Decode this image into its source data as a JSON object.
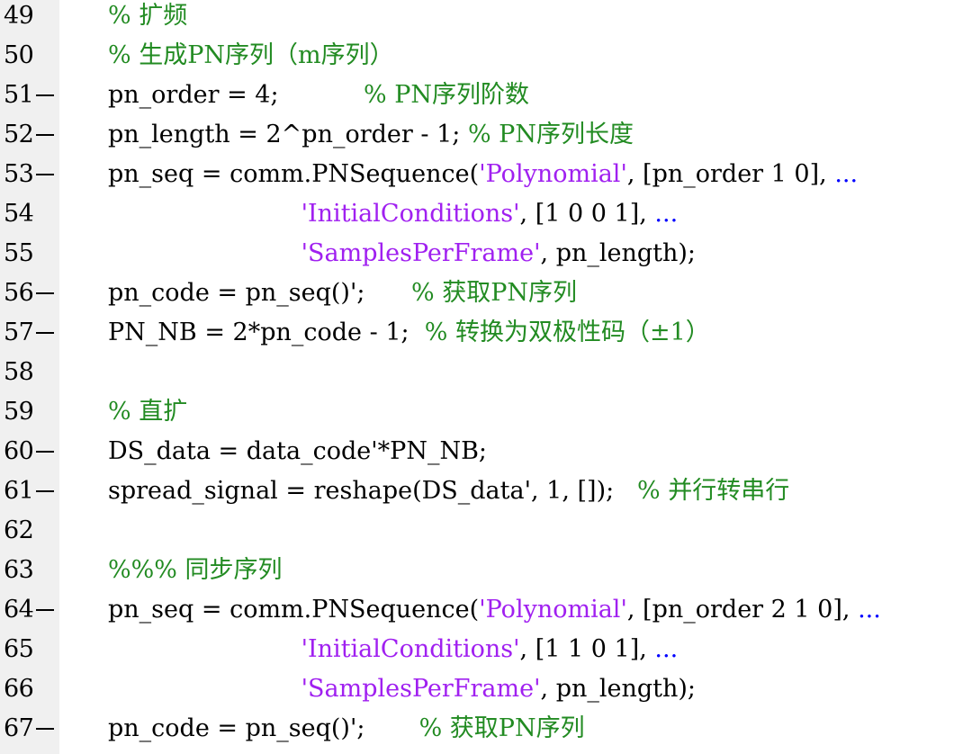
{
  "colors": {
    "text": "#000000",
    "comment": "#228b22",
    "string": "#a020f0",
    "continuation": "#0000ff",
    "gutter": "#f0f0f0"
  },
  "lines": [
    {
      "number": "49",
      "breakpoint_marker": false,
      "segments": [
        {
          "type": "comment",
          "text": "% 扩频"
        }
      ]
    },
    {
      "number": "50",
      "breakpoint_marker": false,
      "segments": [
        {
          "type": "comment",
          "text": "% 生成PN序列（m序列）"
        }
      ]
    },
    {
      "number": "51",
      "breakpoint_marker": true,
      "segments": [
        {
          "type": "text",
          "text": "pn_order = 4;           "
        },
        {
          "type": "comment",
          "text": "% PN序列阶数"
        }
      ]
    },
    {
      "number": "52",
      "breakpoint_marker": true,
      "segments": [
        {
          "type": "text",
          "text": "pn_length = 2^pn_order - 1; "
        },
        {
          "type": "comment",
          "text": "% PN序列长度"
        }
      ]
    },
    {
      "number": "53",
      "breakpoint_marker": true,
      "segments": [
        {
          "type": "text",
          "text": "pn_seq = comm.PNSequence("
        },
        {
          "type": "string",
          "text": "'Polynomial'"
        },
        {
          "type": "text",
          "text": ", [pn_order 1 0], "
        },
        {
          "type": "cont",
          "text": "..."
        }
      ]
    },
    {
      "number": "54",
      "breakpoint_marker": false,
      "segments": [
        {
          "type": "text",
          "text": "                         "
        },
        {
          "type": "string",
          "text": "'InitialConditions'"
        },
        {
          "type": "text",
          "text": ", [1 0 0 1], "
        },
        {
          "type": "cont",
          "text": "..."
        }
      ]
    },
    {
      "number": "55",
      "breakpoint_marker": false,
      "segments": [
        {
          "type": "text",
          "text": "                         "
        },
        {
          "type": "string",
          "text": "'SamplesPerFrame'"
        },
        {
          "type": "text",
          "text": ", pn_length);"
        }
      ]
    },
    {
      "number": "56",
      "breakpoint_marker": true,
      "segments": [
        {
          "type": "text",
          "text": "pn_code = pn_seq()';      "
        },
        {
          "type": "comment",
          "text": "% 获取PN序列"
        }
      ]
    },
    {
      "number": "57",
      "breakpoint_marker": true,
      "segments": [
        {
          "type": "text",
          "text": "PN_NB = 2*pn_code - 1;  "
        },
        {
          "type": "comment",
          "text": "% 转换为双极性码（±1）"
        }
      ]
    },
    {
      "number": "58",
      "breakpoint_marker": false,
      "segments": []
    },
    {
      "number": "59",
      "breakpoint_marker": false,
      "segments": [
        {
          "type": "comment",
          "text": "% 直扩"
        }
      ]
    },
    {
      "number": "60",
      "breakpoint_marker": true,
      "segments": [
        {
          "type": "text",
          "text": "DS_data = data_code'*PN_NB;"
        }
      ]
    },
    {
      "number": "61",
      "breakpoint_marker": true,
      "segments": [
        {
          "type": "text",
          "text": "spread_signal = reshape(DS_data', 1, []);   "
        },
        {
          "type": "comment",
          "text": "% 并行转串行"
        }
      ]
    },
    {
      "number": "62",
      "breakpoint_marker": false,
      "segments": []
    },
    {
      "number": "63",
      "breakpoint_marker": false,
      "segments": [
        {
          "type": "comment",
          "text": "%%% 同步序列"
        }
      ]
    },
    {
      "number": "64",
      "breakpoint_marker": true,
      "segments": [
        {
          "type": "text",
          "text": "pn_seq = comm.PNSequence("
        },
        {
          "type": "string",
          "text": "'Polynomial'"
        },
        {
          "type": "text",
          "text": ", [pn_order 2 1 0], "
        },
        {
          "type": "cont",
          "text": "..."
        }
      ]
    },
    {
      "number": "65",
      "breakpoint_marker": false,
      "segments": [
        {
          "type": "text",
          "text": "                         "
        },
        {
          "type": "string",
          "text": "'InitialConditions'"
        },
        {
          "type": "text",
          "text": ", [1 1 0 1], "
        },
        {
          "type": "cont",
          "text": "..."
        }
      ]
    },
    {
      "number": "66",
      "breakpoint_marker": false,
      "segments": [
        {
          "type": "text",
          "text": "                         "
        },
        {
          "type": "string",
          "text": "'SamplesPerFrame'"
        },
        {
          "type": "text",
          "text": ", pn_length);"
        }
      ]
    },
    {
      "number": "67",
      "breakpoint_marker": true,
      "segments": [
        {
          "type": "text",
          "text": "pn_code = pn_seq()';       "
        },
        {
          "type": "comment",
          "text": "% 获取PN序列"
        }
      ]
    }
  ]
}
